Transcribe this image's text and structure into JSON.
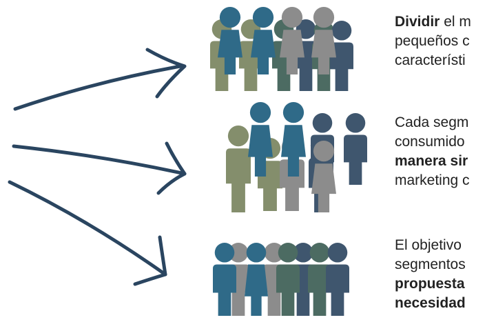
{
  "colors": {
    "arrow": "#2a4560",
    "olive": "#848e6c",
    "teal": "#2f6a88",
    "gray": "#8c8c8c",
    "slate": "#3f566e",
    "green": "#4c6b62"
  },
  "icons": [
    "arrow-icon",
    "person-icon"
  ],
  "paragraphs": [
    {
      "lines": [
        [
          {
            "text": "Dividir",
            "bold": true
          },
          {
            "text": " el m",
            "bold": false
          }
        ],
        [
          {
            "text": "pequeños c",
            "bold": false
          }
        ],
        [
          {
            "text": "característi",
            "bold": false
          }
        ]
      ]
    },
    {
      "lines": [
        [
          {
            "text": "Cada segm",
            "bold": false
          }
        ],
        [
          {
            "text": "consumido",
            "bold": false
          }
        ],
        [
          {
            "text": "manera sir",
            "bold": true
          }
        ],
        [
          {
            "text": "marketing c",
            "bold": false
          }
        ]
      ]
    },
    {
      "lines": [
        [
          {
            "text": "El objetivo",
            "bold": false
          }
        ],
        [
          {
            "text": "segmentos",
            "bold": false
          }
        ],
        [
          {
            "text": "propuesta",
            "bold": true
          }
        ],
        [
          {
            "text": "necesidad",
            "bold": true
          }
        ]
      ]
    }
  ]
}
